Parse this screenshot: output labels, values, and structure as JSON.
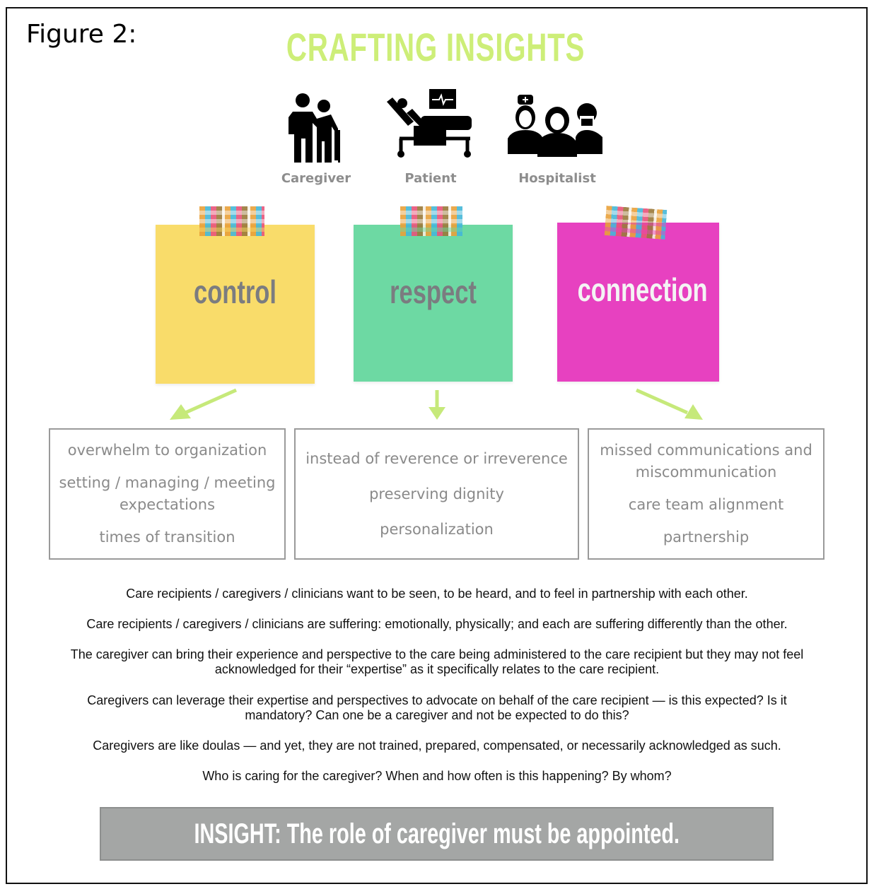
{
  "figure_label": "Figure 2:",
  "title": "CRAFTING INSIGHTS",
  "personas": [
    {
      "label": "Caregiver",
      "icon": "caregiver-icon"
    },
    {
      "label": "Patient",
      "icon": "patient-bed-icon"
    },
    {
      "label": "Hospitalist",
      "icon": "medical-team-icon"
    }
  ],
  "notes": [
    {
      "word": "control",
      "color": "#f9dc6a"
    },
    {
      "word": "respect",
      "color": "#6dd9a3"
    },
    {
      "word": "connection",
      "color": "#e741c0"
    }
  ],
  "accent_color": "#c6e97a",
  "boxes": [
    {
      "lines": [
        "overwhelm to organization",
        "setting / managing / meeting expectations",
        "times of transition"
      ]
    },
    {
      "lines": [
        "instead of reverence or irreverence",
        "preserving dignity",
        "personalization"
      ]
    },
    {
      "lines": [
        "missed communications and miscommunication",
        "care team alignment",
        "partnership"
      ]
    }
  ],
  "paragraphs": [
    "Care recipients / caregivers / clinicians want to be seen, to be heard, and to feel in partnership with each other.",
    "Care recipients / caregivers / clinicians are suffering: emotionally, physically; and each are suffering differently than the other.",
    "The caregiver can bring their experience and perspective to the care being administered to the care recipient but they may not feel acknowledged for their “expertise” as it specifically relates to the care recipient.",
    "Caregivers can leverage their expertise and perspectives to advocate on behalf of the care recipient — is this expected? Is it mandatory? Can one be a caregiver and not be expected to do this?",
    "Caregivers are like doulas — and yet, they are not trained, prepared, compensated, or necessarily acknowledged as such.",
    "Who is caring for the caregiver? When and how often is this happening? By whom?"
  ],
  "insight": "INSIGHT: The role of caregiver must be appointed."
}
